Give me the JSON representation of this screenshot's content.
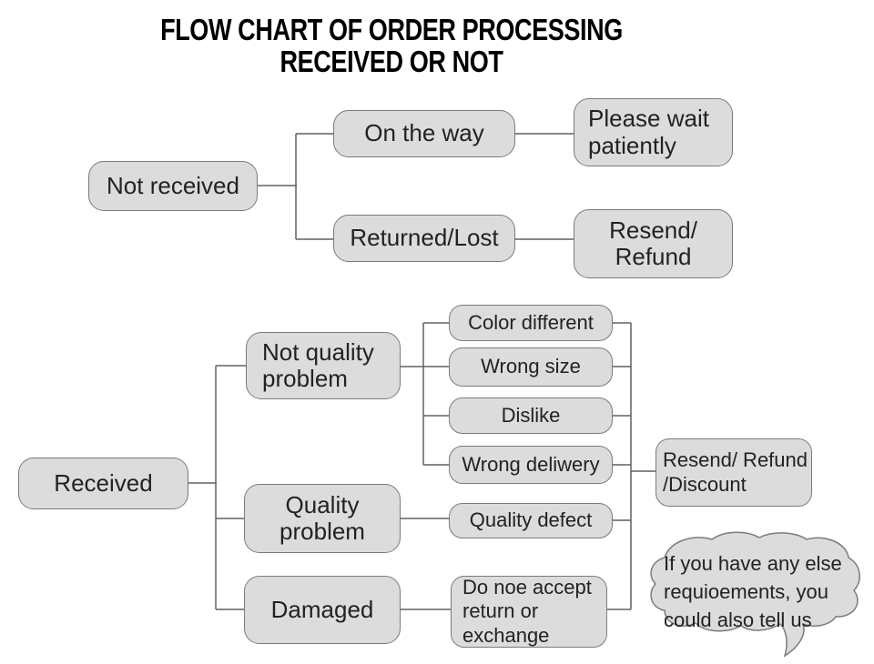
{
  "title": {
    "line1": "FLOW CHART OF ORDER PROCESSING",
    "line2": "RECEIVED OR NOT"
  },
  "nodes": {
    "not_received": "Not received",
    "on_the_way": "On the way",
    "returned_lost": "Returned/Lost",
    "please_wait": "Please wait\npatiently",
    "resend_refund": "Resend/\nRefund",
    "received": "Received",
    "not_quality_problem": "Not quality\nproblem",
    "quality_problem": "Quality\nproblem",
    "damaged": "Damaged",
    "color_different": "Color different",
    "wrong_size": "Wrong size",
    "dislike": "Dislike",
    "wrong_deliwery": "Wrong deliwery",
    "quality_defect": "Quality defect",
    "do_noe_accept": "Do noe accept\nreturn or\nexchange",
    "resend_refund_discount": "Resend/ Refund\n/Discount"
  },
  "speech_bubble": {
    "text": "If you have any else\nrequioements, you\ncould also tell us"
  },
  "colors": {
    "node_fill": "#dcdcdc",
    "node_border": "#7b7b7b",
    "connector": "#606060",
    "text": "#222222",
    "title": "#000000",
    "background": "#ffffff"
  }
}
